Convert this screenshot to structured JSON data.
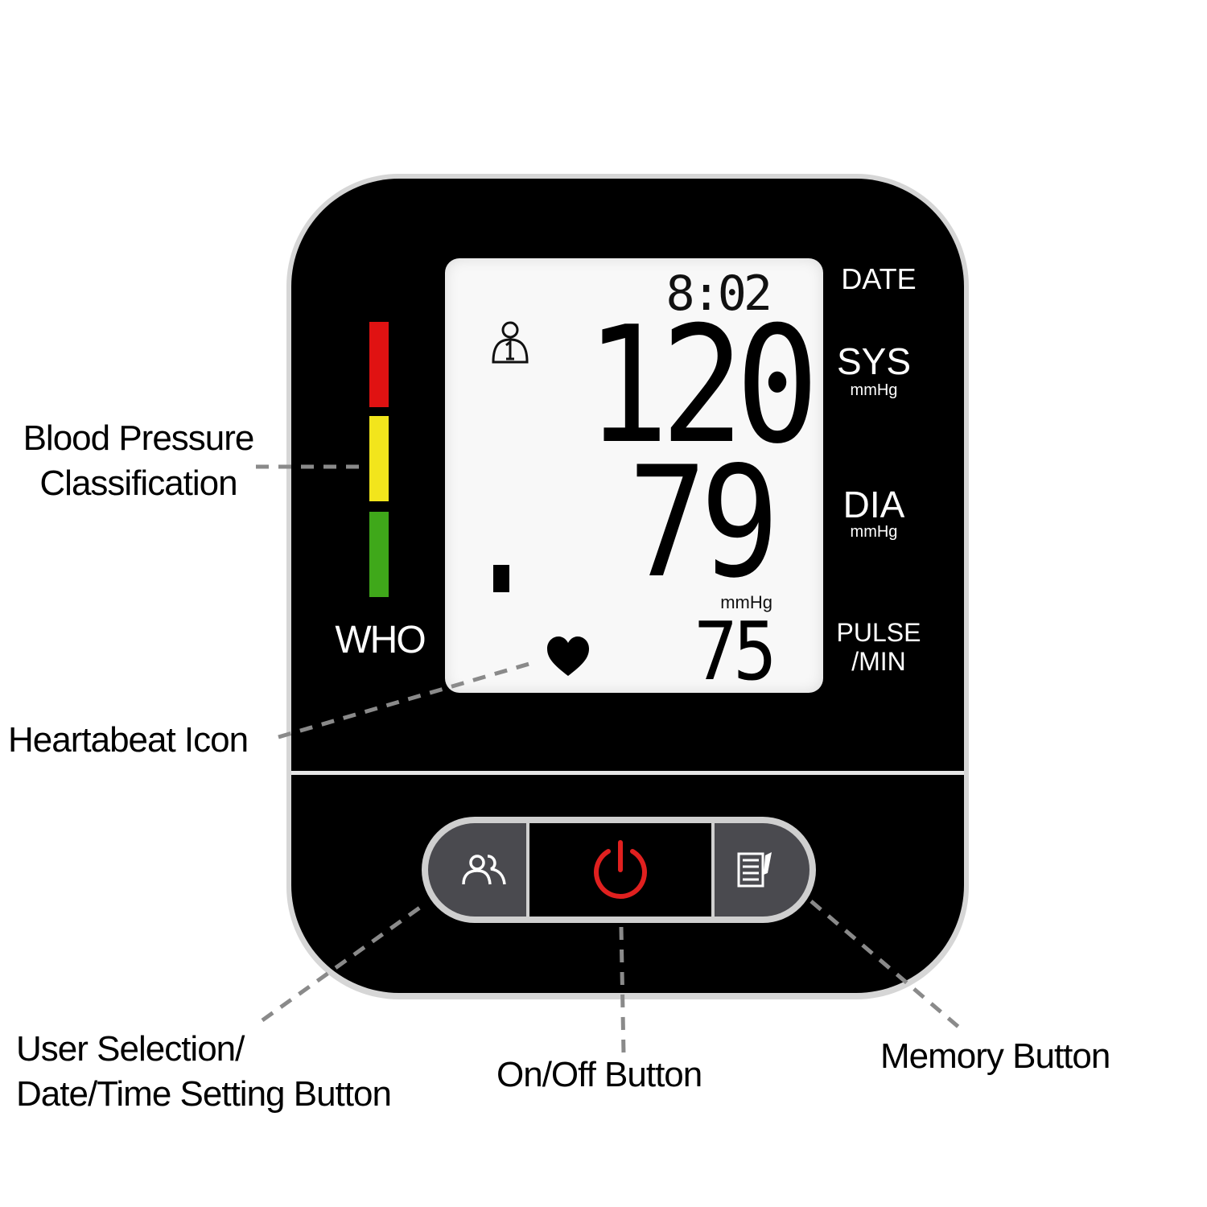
{
  "display": {
    "time": "8:02",
    "systolic": "120",
    "diastolic": "79",
    "pressure_unit": "mmHg",
    "pulse": "75"
  },
  "side_labels": {
    "date": "DATE",
    "sys": "SYS",
    "sys_unit": "mmHg",
    "dia": "DIA",
    "dia_unit": "mmHg",
    "pulse_line1": "PULSE",
    "pulse_line2": "/MIN"
  },
  "classification": {
    "label": "WHO",
    "colors": [
      "#e01212",
      "#f2e51c",
      "#3fa81a"
    ]
  },
  "callouts": {
    "blood_pressure_line1": "Blood Pressure",
    "blood_pressure_line2": "Classification",
    "heartbeat": "Heartabeat Icon",
    "user_line1": "User Selection/",
    "user_line2": "Date/Time Setting Button",
    "on_off": "On/Off Button",
    "memory": "Memory Button"
  },
  "icons": {
    "user_profile": "user-1-icon",
    "heart": "heart-icon",
    "users": "users-icon",
    "power": "power-icon",
    "memory": "memory-list-icon"
  },
  "colors": {
    "power_icon": "#e0201f",
    "device_body": "#000000"
  }
}
